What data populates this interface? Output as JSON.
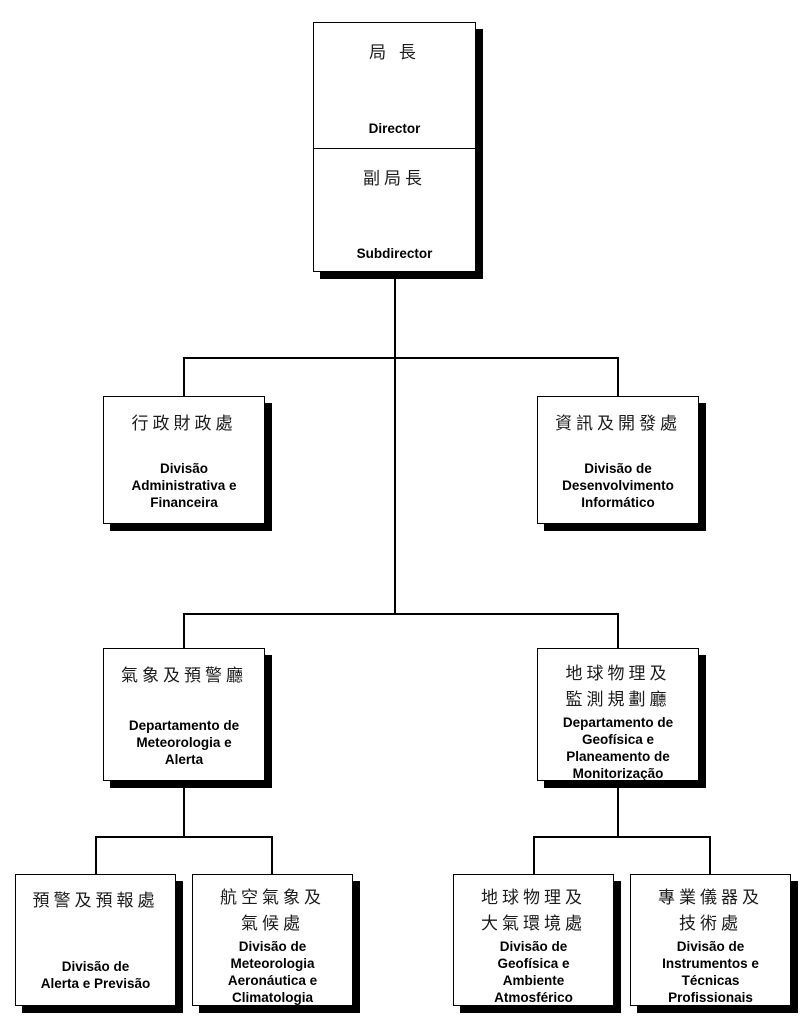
{
  "page": {
    "background_color": "#ffffff",
    "line_color": "#000000",
    "box_border_color": "#000000",
    "box_shadow_color": "#000000",
    "text_color": "#000000"
  },
  "org_chart": {
    "root": {
      "director": {
        "zh": "局 長",
        "pt": "Director"
      },
      "subdirector": {
        "zh": "副局長",
        "pt": "Subdirector"
      }
    },
    "level2": {
      "admin": {
        "zh": "行政財政處",
        "pt": "Divisão\nAdministrativa e\nFinanceira"
      },
      "info": {
        "zh": "資訊及開發處",
        "pt": "Divisão de\nDesenvolvimento\nInformático"
      }
    },
    "level3": {
      "met": {
        "zh": "氣象及預警廳",
        "pt": "Departamento de\nMeteorologia e\nAlerta"
      },
      "geo": {
        "zh": "地球物理及\n監測規劃廳",
        "pt": "Departamento de\nGeofísica e\nPlaneamento de\nMonitorização"
      }
    },
    "level4": {
      "alerta": {
        "zh": "預警及預報處",
        "pt": "Divisão de\nAlerta e Previsão"
      },
      "aero": {
        "zh": "航空氣象及\n氣候處",
        "pt": "Divisão de\nMeteorologia\nAeronáutica e\nClimatologia"
      },
      "amb": {
        "zh": "地球物理及\n大氣環境處",
        "pt": "Divisão de\nGeofísica e\nAmbiente\nAtmosférico"
      },
      "instr": {
        "zh": "專業儀器及\n技術處",
        "pt": "Divisão de\nInstrumentos e\nTécnicas\nProfissionais"
      }
    }
  }
}
